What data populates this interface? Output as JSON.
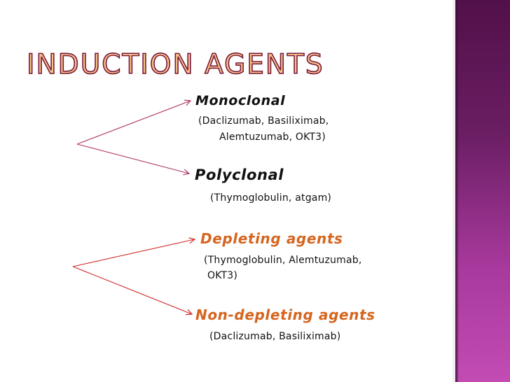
{
  "slide": {
    "title": "INDUCTION AGENTS",
    "colors": {
      "background": "#ffffff",
      "side_bar_top": "#521049",
      "side_bar_bottom": "#c24cb3",
      "title_fill": "#f6c48a",
      "title_outline": "#7a1a3c",
      "arrow_group1": "#b0386a",
      "arrow_group2": "#d42a2a",
      "heading_dark": "#111111",
      "heading_orange": "#d5651f"
    },
    "group1": {
      "items": [
        {
          "heading": "Monoclonal",
          "detail_line1": "(Daclizumab, Basiliximab,",
          "detail_line2": "Alemtuzumab, OKT3)"
        },
        {
          "heading": "Polyclonal",
          "detail_line1": "(Thymoglobulin, atgam)"
        }
      ]
    },
    "group2": {
      "items": [
        {
          "heading": "Depleting  agents",
          "detail_line1": "(Thymoglobulin, Alemtuzumab,",
          "detail_line2": "OKT3)"
        },
        {
          "heading": "Non-depleting agents",
          "detail_line1": "(Daclizumab, Basiliximab)"
        }
      ]
    }
  }
}
